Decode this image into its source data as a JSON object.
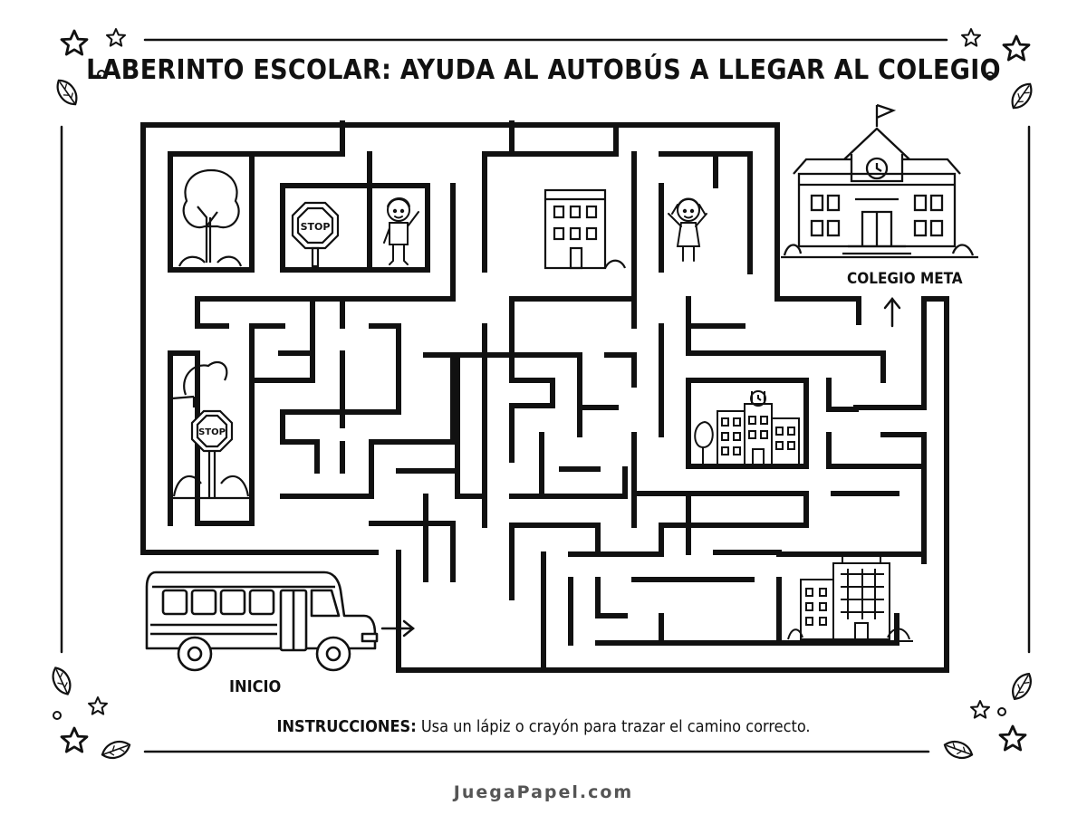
{
  "title": "LABERINTO ESCOLAR: AYUDA AL AUTOBÚS A LLEGAR AL COLEGIO",
  "goal_label": "COLEGIO META",
  "start_label": "INICIO",
  "instructions": {
    "label": "INSTRUCCIONES:",
    "text": " Usa un lápiz o crayón para trazar el camino correcto."
  },
  "signs": {
    "stop_text": "STOP"
  },
  "footer": "JuegaPapel.com",
  "colors": {
    "ink": "#111111",
    "footer": "#555555",
    "paper": "#ffffff"
  }
}
